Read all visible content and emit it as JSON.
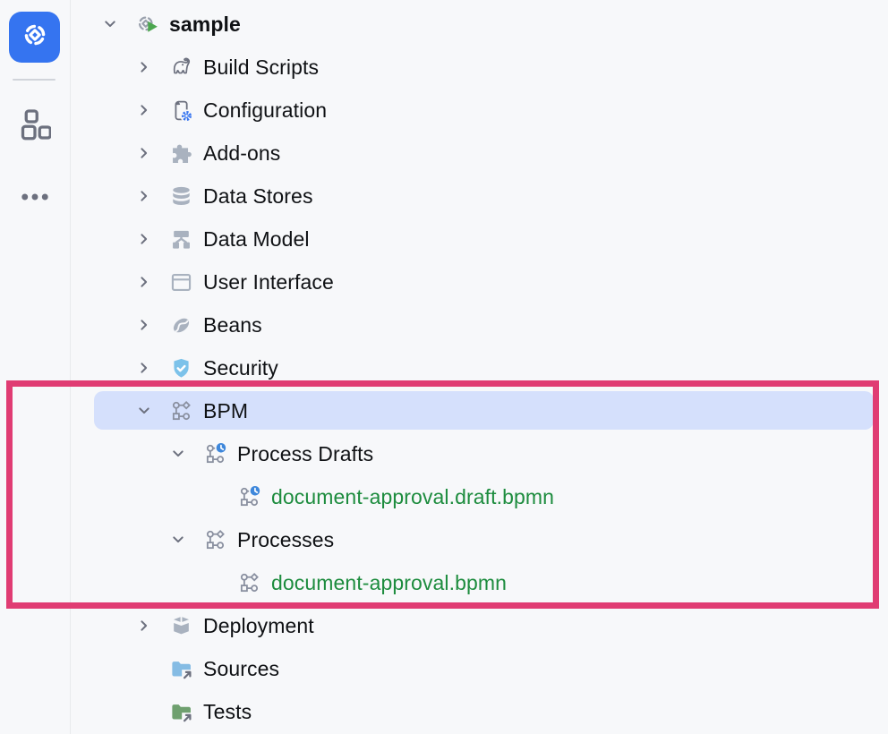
{
  "colors": {
    "bg": "#F7F8FA",
    "accent": "#3574F0",
    "selection": "#D5E0FC",
    "green": "#1D8C3E",
    "annotation": "#E03C73",
    "icon_gray": "#A9B2BF",
    "line_gray": "#6C707E",
    "node_gray": "#8A90A0",
    "shield_blue": "#7CC2EA",
    "clock_blue": "#3E87DB",
    "folder_blue": "#85BCE4",
    "folder_green": "#6FA06F",
    "run_green": "#4CA64F"
  },
  "activity_bar": {
    "app_button_icon": "jmix-logo",
    "items": [
      {
        "icon": "modules"
      },
      {
        "icon": "more"
      }
    ]
  },
  "tree": {
    "items": [
      {
        "label": "sample",
        "level": 0,
        "chevron": "down",
        "icon": "project-root",
        "bold": true
      },
      {
        "label": "Build Scripts",
        "level": 1,
        "chevron": "right",
        "icon": "gradle"
      },
      {
        "label": "Configuration",
        "level": 1,
        "chevron": "right",
        "icon": "config-file"
      },
      {
        "label": "Add-ons",
        "level": 1,
        "chevron": "right",
        "icon": "addon-puzzle"
      },
      {
        "label": "Data Stores",
        "level": 1,
        "chevron": "right",
        "icon": "data-stores"
      },
      {
        "label": "Data Model",
        "level": 1,
        "chevron": "right",
        "icon": "data-model"
      },
      {
        "label": "User Interface",
        "level": 1,
        "chevron": "right",
        "icon": "user-interface"
      },
      {
        "label": "Beans",
        "level": 1,
        "chevron": "right",
        "icon": "beans"
      },
      {
        "label": "Security",
        "level": 1,
        "chevron": "right",
        "icon": "security-shield"
      },
      {
        "label": "BPM",
        "level": 1,
        "chevron": "down",
        "icon": "bpm",
        "selected": true
      },
      {
        "label": "Process Drafts",
        "level": 2,
        "chevron": "down",
        "icon": "bpm-draft"
      },
      {
        "label": "document-approval.draft.bpmn",
        "level": 3,
        "chevron": null,
        "icon": "bpm-draft",
        "color": "green"
      },
      {
        "label": "Processes",
        "level": 2,
        "chevron": "down",
        "icon": "bpm"
      },
      {
        "label": "document-approval.bpmn",
        "level": 3,
        "chevron": null,
        "icon": "bpm",
        "color": "green"
      },
      {
        "label": "Deployment",
        "level": 1,
        "chevron": "right",
        "icon": "deployment"
      },
      {
        "label": "Sources",
        "level": 1,
        "chevron": null,
        "icon": "folder-sources"
      },
      {
        "label": "Tests",
        "level": 1,
        "chevron": null,
        "icon": "folder-tests"
      }
    ]
  },
  "annotation": {
    "shape": "rectangle",
    "color": "#E03C73"
  }
}
